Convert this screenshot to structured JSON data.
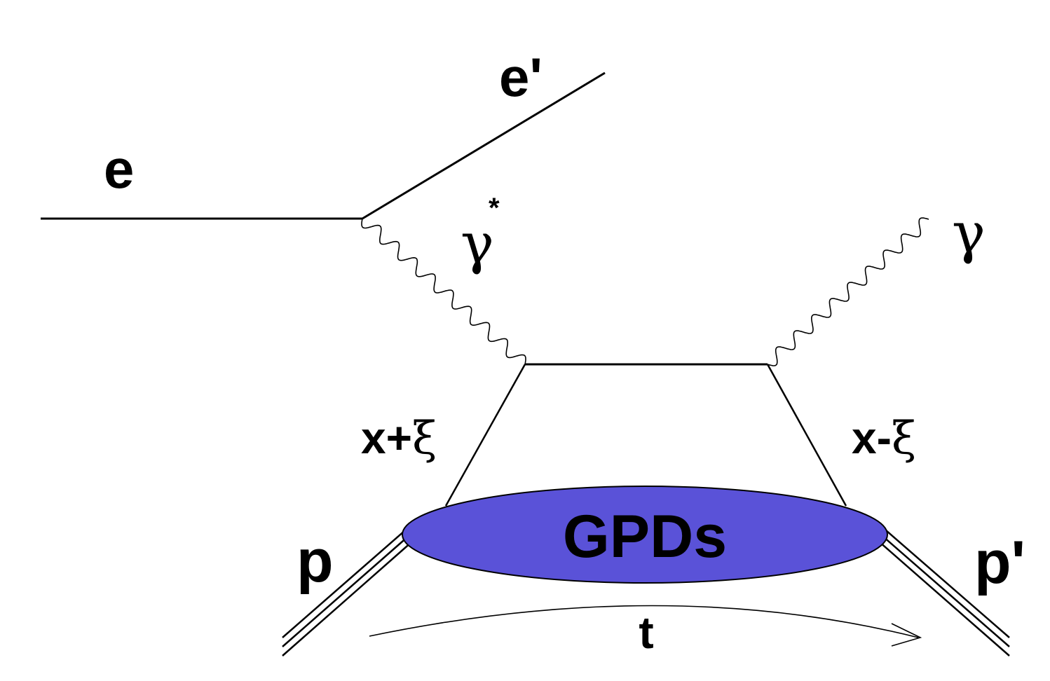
{
  "labels": {
    "e_in": "e",
    "e_out": "e'",
    "virtual_photon": "γ",
    "virtual_star": "*",
    "real_photon": "γ",
    "x_plus": "x+",
    "x_minus": "x-",
    "xi": "ξ",
    "p_in": "p",
    "p_out": "p'",
    "gpds": "GPDs",
    "t": "t"
  },
  "colors": {
    "ink": "#000000",
    "blob_fill": "#5a52d8",
    "background": "#ffffff"
  }
}
